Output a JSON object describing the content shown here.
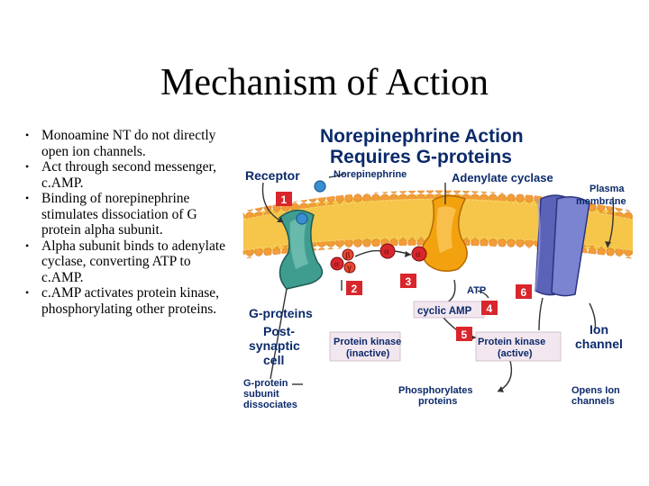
{
  "title": "Mechanism of Action",
  "bullets": [
    "Monoamine NT do not directly open ion channels.",
    "Act through second messenger, c.AMP.",
    "Binding of norepinephrine stimulates dissociation of G protein alpha subunit.",
    "Alpha subunit binds to adenylate cyclase, converting ATP to c.AMP.",
    "c.AMP activates protein kinase, phosphorylating other proteins."
  ],
  "diagram": {
    "heading_line1": "Norepinephrine Action",
    "heading_line2": "Requires G-proteins",
    "receptor": "Receptor",
    "norepinephrine": "Norepinephrine",
    "adenylate_cyclase": "Adenylate cyclase",
    "plasma_line1": "Plasma",
    "plasma_line2": "membrane",
    "g_proteins": "G-proteins",
    "post_line1": "Post-",
    "post_line2": "synaptic",
    "post_line3": "cell",
    "atp": "ATP",
    "cyclic_amp": "cyclic AMP",
    "pk_inactive_line1": "Protein kinase",
    "pk_inactive_line2": "(inactive)",
    "pk_active_line1": "Protein kinase",
    "pk_active_line2": "(active)",
    "ion_line1": "Ion",
    "ion_line2": "channel",
    "gdiss_line1": "G-protein",
    "gdiss_line2": "subunit",
    "gdiss_line3": "dissociates",
    "phos_line1": "Phosphorylates",
    "phos_line2": "proteins",
    "opens_line1": "Opens Ion",
    "opens_line2": "channels",
    "steps": [
      "1",
      "2",
      "3",
      "4",
      "5",
      "6"
    ],
    "subunits": {
      "alpha": "α",
      "beta": "β",
      "gamma": "γ"
    }
  },
  "colors": {
    "step_box": "#d9262c",
    "membrane_band": "#f5c64a",
    "membrane_head": "#f39c3a",
    "receptor": "#3f9d8f",
    "cyclase": "#f3a20f",
    "channel": "#5a63b8",
    "label_text": "#0b2a6b"
  }
}
